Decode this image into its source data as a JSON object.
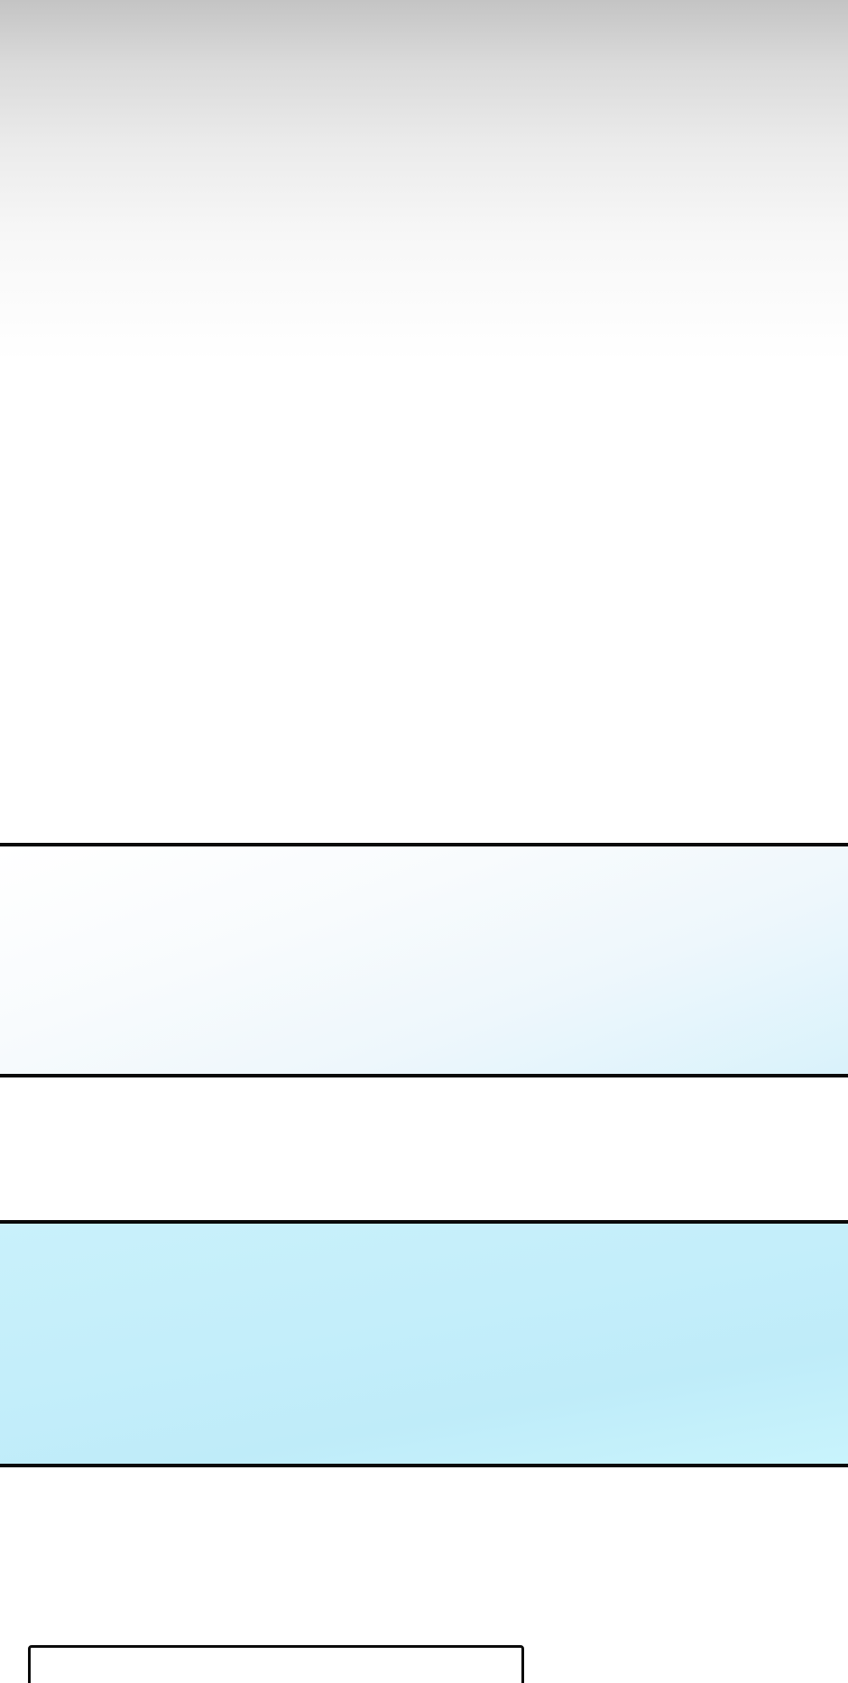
{
  "colors": {
    "background": "#ffffff",
    "top_gradient_start": "#c4c4c4",
    "panel_border": "#0a0a0a",
    "panel_light_tint": "#d9f2fb",
    "panel_cyan": "#c4eefa"
  },
  "panels": [
    {
      "style": "light-gradient"
    },
    {
      "style": "cyan"
    },
    {
      "style": "white-outline"
    }
  ]
}
